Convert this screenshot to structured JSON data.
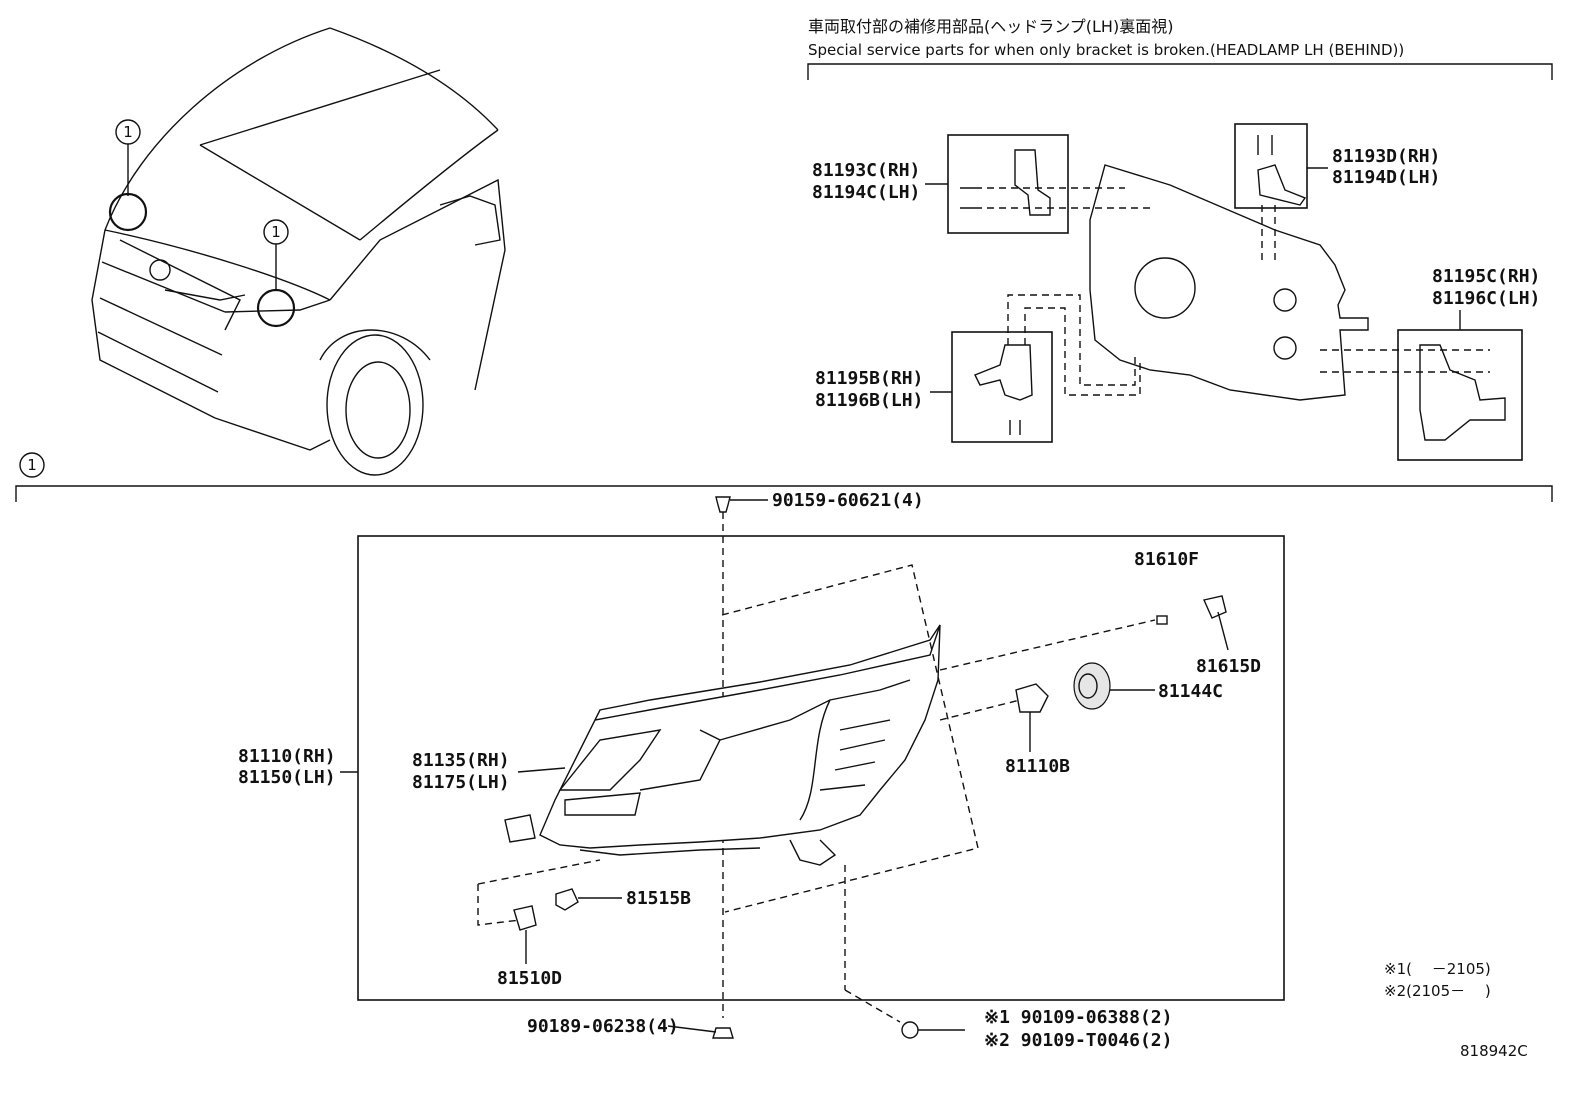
{
  "header": {
    "japanese": "車両取付部の補修用部品(ヘッドランプ(LH)裏面視)",
    "english": "Special service parts for when only bracket is broken.(HEADLAMP LH (BEHIND))"
  },
  "callout": "1",
  "labels": {
    "b_81193c_rh": "81193C(RH)",
    "b_81194c_lh": "81194C(LH)",
    "b_81193d_rh": "81193D(RH)",
    "b_81194d_lh": "81194D(LH)",
    "b_81195c_rh": "81195C(RH)",
    "b_81196c_lh": "81196C(LH)",
    "b_81195b_rh": "81195B(RH)",
    "b_81196b_lh": "81196B(LH)",
    "screw_top": "90159-60621(4)",
    "part_81610f": "81610F",
    "part_81615d": "81615D",
    "part_81144c": "81144C",
    "part_81110b": "81110B",
    "assy_rh": "81110(RH)",
    "assy_lh": "81150(LH)",
    "lens_rh": "81135(RH)",
    "lens_lh": "81175(LH)",
    "part_81515b": "81515B",
    "part_81510d": "81510D",
    "bolt_bottom": "90189-06238(4)",
    "bolt1": "※1 90109-06388(2)",
    "bolt2": "※2 90109-T0046(2)",
    "footnote1": "※1(　 －2105)",
    "footnote2": "※2(2105－　 )",
    "diagram_id": "818942C"
  }
}
